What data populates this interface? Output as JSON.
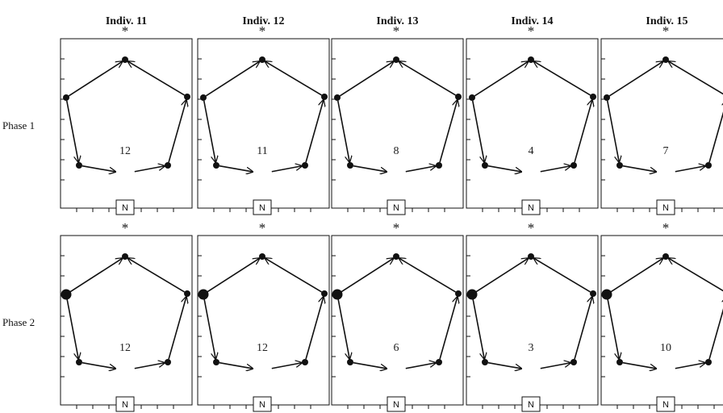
{
  "columns": [
    {
      "label": "Indiv. 11"
    },
    {
      "label": "Indiv. 12"
    },
    {
      "label": "Indiv. 13"
    },
    {
      "label": "Indiv. 14"
    },
    {
      "label": "Indiv. 15"
    }
  ],
  "rows": [
    {
      "label": "Phase 1",
      "counts": [
        "12",
        "11",
        "8",
        "4",
        "7"
      ],
      "emphasized_node": null
    },
    {
      "label": "Phase 2",
      "counts": [
        "12",
        "12",
        "6",
        "3",
        "10"
      ],
      "emphasized_node": "upper-left"
    }
  ],
  "star_symbol": "*",
  "nest_label": "N",
  "colors": {
    "ink": "#111111",
    "background": "#ffffff"
  }
}
